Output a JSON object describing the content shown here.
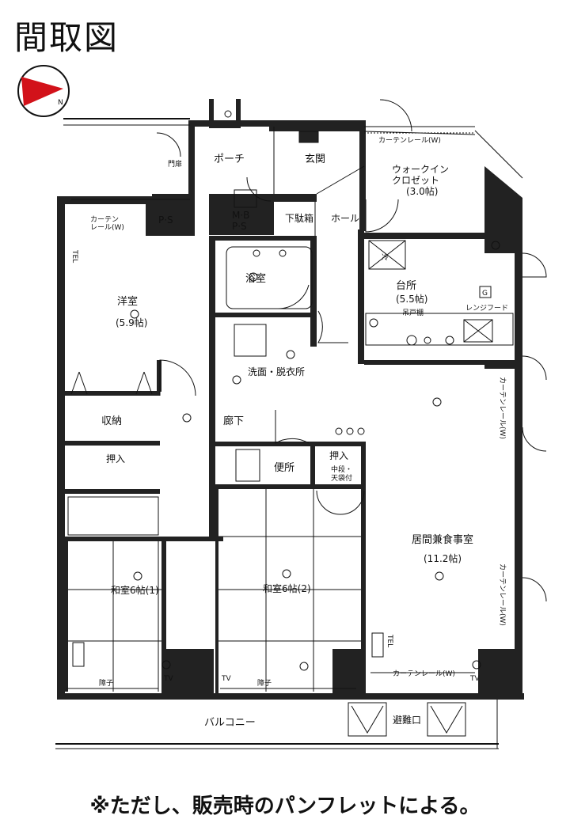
{
  "title": "間取図",
  "footnote": "※ただし、販売時のパンフレットによる。",
  "compass_label": "N",
  "rooms": {
    "porch": "ポーチ",
    "genkan": "玄関",
    "walkin": [
      "ウォークイン",
      "クロゼット",
      "(3.0帖)"
    ],
    "ps": "P·S",
    "mbps": [
      "M·B",
      "P·S"
    ],
    "getabako": "下駄箱",
    "hall": "ホール",
    "mon": "門扉",
    "youshitsu": [
      "洋室",
      "(5.9帖)"
    ],
    "yokushitsu": "浴室",
    "daidokoro": [
      "台所",
      "(5.5帖)"
    ],
    "range_hood": "レンジフード",
    "tsuriato": "吊戸棚",
    "senmen": "洗面・脱衣所",
    "shuunou": "収納",
    "rouka": "廊下",
    "oshiire1": "押入",
    "oshiire2": [
      "押入",
      "中段・",
      "天袋付"
    ],
    "benjo": "便所",
    "washitsu1": "和室6帖(1)",
    "washitsu2": "和室6帖(2)",
    "living": [
      "居間兼食事室",
      "(11.2帖)"
    ],
    "balcony": "バルコニー",
    "hinan": "避難口",
    "shoji1": "障子",
    "shoji2": "障子"
  },
  "curtain_rails": {
    "top": "カーテンレール(W)",
    "left": [
      "カーテン",
      "レール(W)"
    ],
    "bottom": "カーテンレール(W)",
    "right1": "カーテンレール(W)",
    "right2": "カーテンレール(W)"
  },
  "fixtures": {
    "fridge": "冷",
    "tel": "TEL",
    "tv": "TV",
    "gas": "G"
  }
}
